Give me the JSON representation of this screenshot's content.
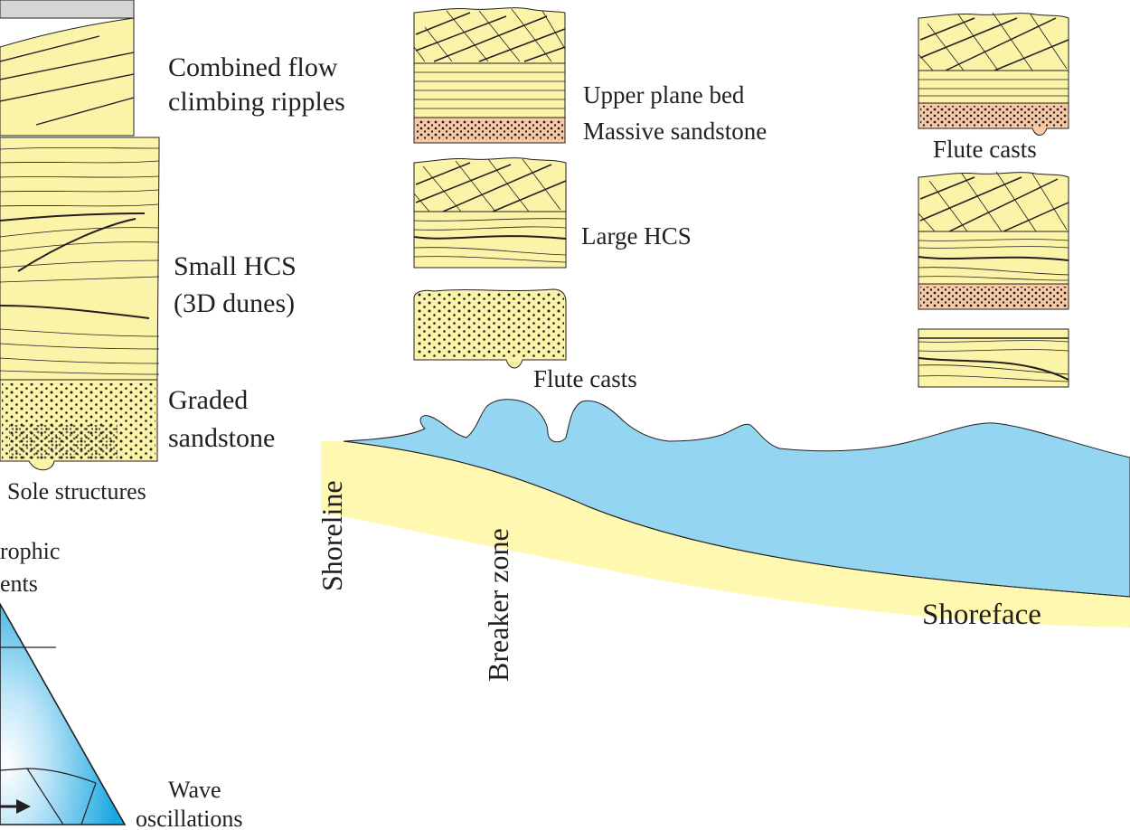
{
  "colors": {
    "sand": "#fbf3a8",
    "sand_light": "#fff8b0",
    "sand_dark": "#f9ef8a",
    "massive_sand": "#f7c9a4",
    "water": "#94d6f1",
    "ternary_blue": "#1aa7e1",
    "ink": "#231f20",
    "grey_cap": "#d6d6d6"
  },
  "labels": {
    "combined_flow": [
      "Combined flow",
      "climbing ripples"
    ],
    "small_hcs": [
      "Small HCS",
      "(3D dunes)"
    ],
    "graded_sandstone": [
      "Graded",
      "sandstone"
    ],
    "sole_structures": "Sole structures",
    "geostrophic_currents": [
      "rophic",
      "ents"
    ],
    "wave_oscillations": [
      "Wave",
      "oscillations"
    ],
    "upper_plane_bed": "Upper plane bed",
    "massive_sandstone": "Massive sandstone",
    "large_hcs": "Large HCS",
    "flute_casts_mid": "Flute casts",
    "flute_casts_right": "Flute casts",
    "shoreline": "Shoreline",
    "breaker_zone": "Breaker zone",
    "shoreface": "Shoreface"
  }
}
